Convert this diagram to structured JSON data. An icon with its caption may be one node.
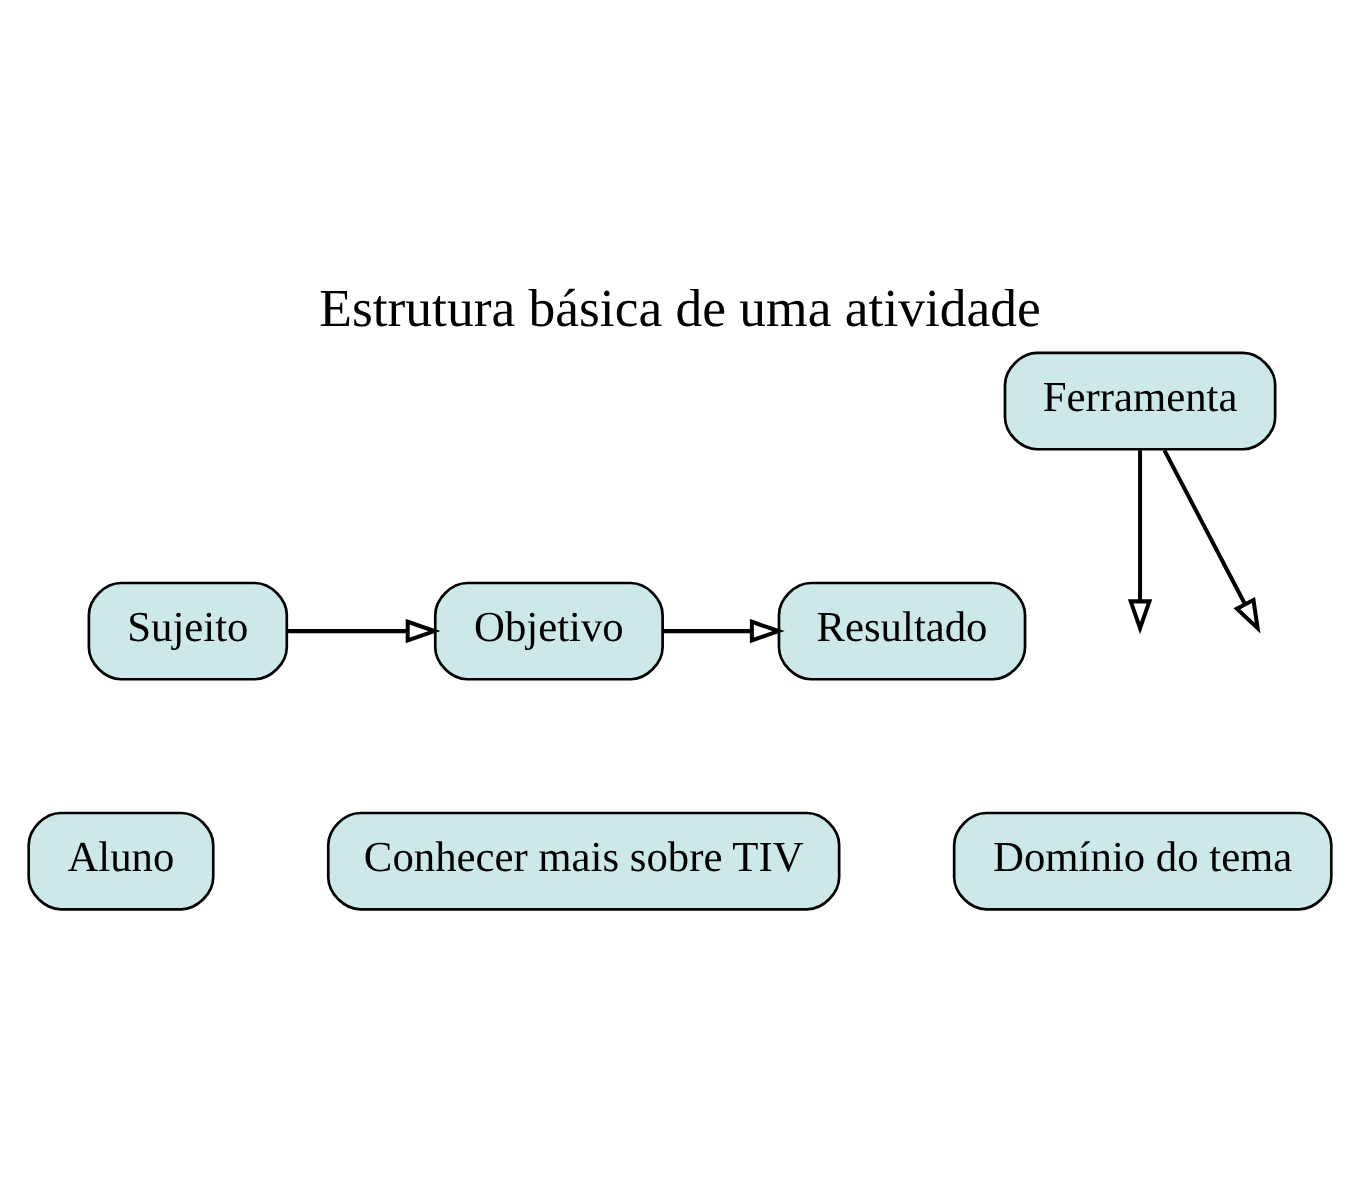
{
  "diagram": {
    "title": "Estrutura básica de uma atividade",
    "nodes": [
      {
        "text": [
          "Ferramenta"
        ]
      },
      {
        "text": [
          "Sujeito"
        ]
      },
      {
        "text": [
          "Objetivo"
        ]
      },
      {
        "text": [
          "Resultado"
        ]
      },
      {
        "text": [
          "Aluno"
        ]
      },
      {
        "text": [
          "Conhecer mais sobre TIV"
        ]
      },
      {
        "text": [
          "Domínio do tema"
        ]
      }
    ],
    "edges": [
      {
        "from": 0,
        "to": null,
        "arrow": "to"
      },
      {
        "from": 0,
        "to": null,
        "arrow": "to"
      },
      {
        "from": 1,
        "to": 2,
        "arrow": "to"
      },
      {
        "from": 2,
        "to": 3,
        "arrow": "to"
      }
    ]
  }
}
